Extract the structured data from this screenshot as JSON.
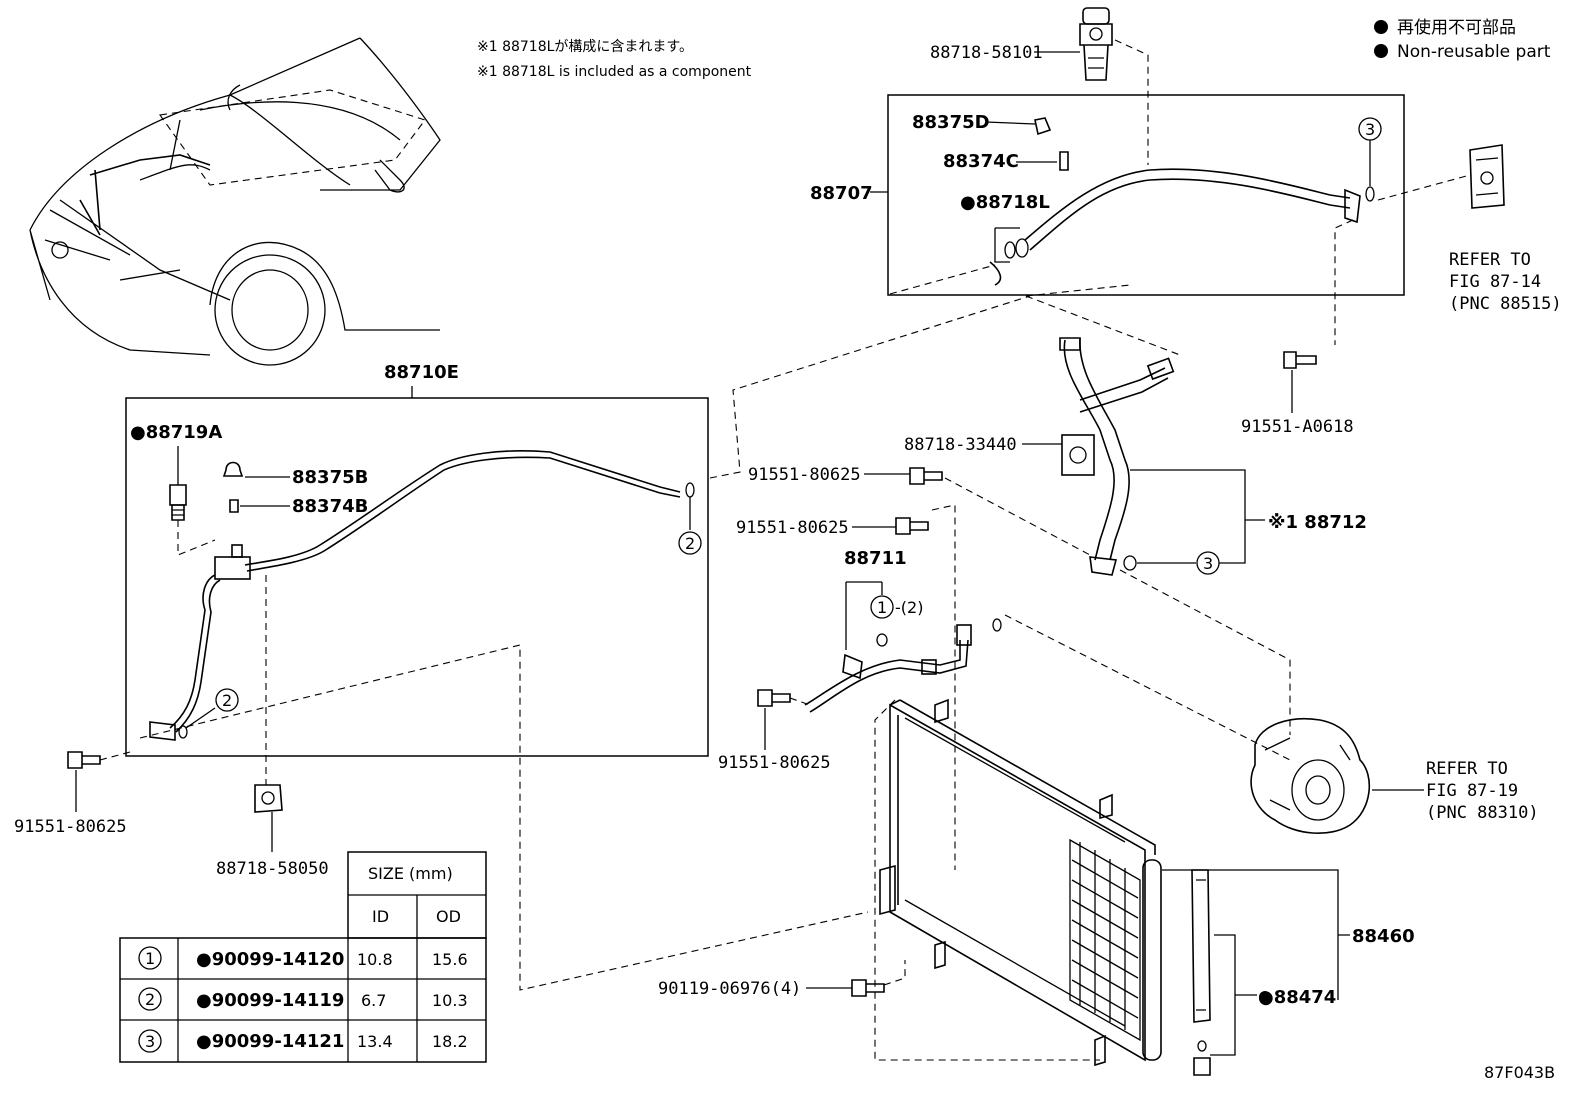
{
  "notes": {
    "jp": "※1 88718Lが構成に含まれます。",
    "en": "※1 88718L is included as a component"
  },
  "legend": {
    "jp": "再使用不可部品",
    "en": "Non-reusable part"
  },
  "figure_code": "87F043B",
  "refs": {
    "r1": [
      "REFER TO",
      "FIG 87-14",
      "(PNC 88515)"
    ],
    "r2": [
      "REFER TO",
      "FIG 87-19",
      "(PNC 88310)"
    ]
  },
  "labels": {
    "p88718_58101": "88718-58101",
    "p88375D": "88375D",
    "p88374C": "88374C",
    "p88707": "88707",
    "p88718L": "●88718L",
    "p88710E": "88710E",
    "p88719A": "●88719A",
    "p88375B": "88375B",
    "p88374B": "88374B",
    "p88718_33440": "88718-33440",
    "p91551_80625_a": "91551-80625",
    "p91551_80625_b": "91551-80625",
    "p91551_80625_c": "91551-80625",
    "p91551_80625_d": "91551-80625",
    "p91551_A0618": "91551-A0618",
    "p88712": "※1 88712",
    "p88711": "88711",
    "p1_2": "-(2)",
    "p88718_58050": "88718-58050",
    "p88460": "88460",
    "p88474": "●88474",
    "p90119": "90119-06976(4)",
    "c1": "1",
    "c2a": "2",
    "c2b": "2",
    "c3a": "3",
    "c3b": "3",
    "c1b": "1"
  },
  "size_table": {
    "title": "SIZE (mm)",
    "col_id": "ID",
    "col_od": "OD",
    "rows": [
      {
        "n": "1",
        "part": "●90099-14120",
        "id": "10.8",
        "od": "15.6"
      },
      {
        "n": "2",
        "part": "●90099-14119",
        "id": "6.7",
        "od": "10.3"
      },
      {
        "n": "3",
        "part": "●90099-14121",
        "id": "13.4",
        "od": "18.2"
      }
    ]
  }
}
